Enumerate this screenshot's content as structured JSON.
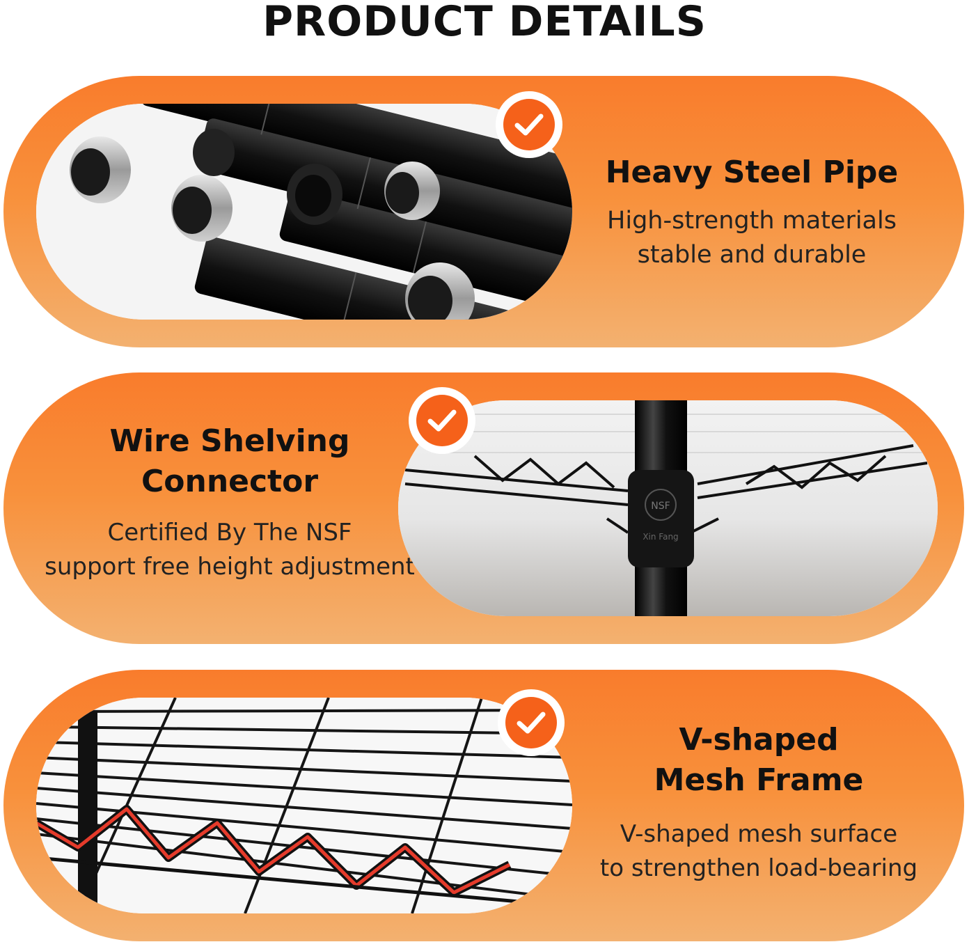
{
  "page": {
    "title": "PRODUCT DETAILS"
  },
  "features": [
    {
      "heading_lines": [
        "Heavy Steel Pipe"
      ],
      "description_lines": [
        "High-strength materials",
        "stable and durable"
      ]
    },
    {
      "heading_lines": [
        "Wire Shelving",
        "Connector"
      ],
      "description_lines": [
        "Certified By The NSF",
        "support free height adjustment"
      ]
    },
    {
      "heading_lines": [
        "V-shaped",
        "Mesh Frame"
      ],
      "description_lines": [
        "V-shaped mesh surface",
        "to strengthen load-bearing"
      ]
    }
  ],
  "photo_labels": {
    "connector_stamp_top": "NSF",
    "connector_stamp_bottom": "Xin Fang"
  },
  "icons": {
    "badge": "check-circle-icon"
  },
  "colors": {
    "accent": "#f5611a",
    "pill_top": "#f97c2c",
    "pill_bottom": "#f3b170",
    "highlight_wire": "#e53b2b"
  }
}
